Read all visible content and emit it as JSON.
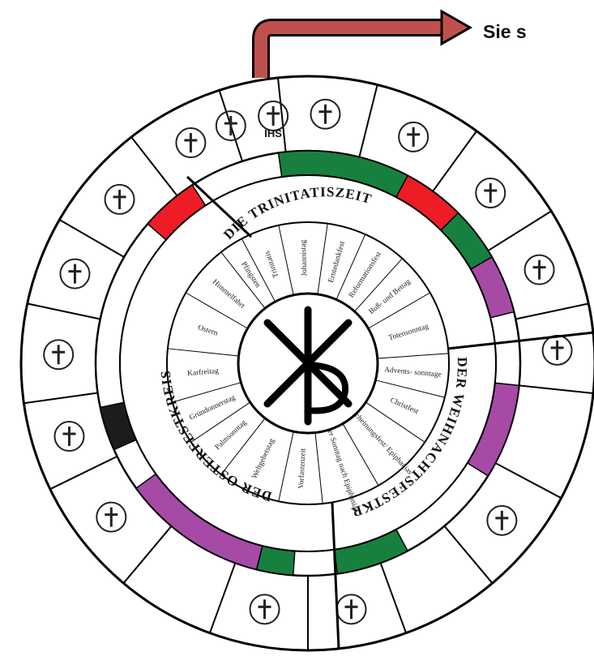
{
  "header": {
    "text": "Sie s"
  },
  "colors": {
    "green": "#17803f",
    "red": "#ee1c25",
    "purple": "#a64aa6",
    "black": "#1c1c1c",
    "arrow": "#c0504d"
  },
  "sections": {
    "trinitatis": "DIE TRINITATISZEIT",
    "weihnacht": "DER WEIHNACHTSFESTKREIS",
    "oster": "DER OSTERFESTKREIS"
  },
  "feasts": [
    "Trinitatis",
    "Johannistag",
    "Erntedankfest",
    "Reformationsfest",
    "Buß- und Bettag",
    "Totensonntag",
    "Advents- sonntage",
    "Christfest",
    "Erscheinungsfest/ Epiphanias",
    "Letzter Sonntag nach Epiphanias",
    "Vorfastenzeit",
    "Weltgebetstag",
    "Palmsonntag",
    "Gründonnerstag",
    "Karfreitag",
    "Ostern",
    "Himmelfahrt",
    "Pfingsten"
  ],
  "symbols": {
    "trinity_monogram": "IHS",
    "center_monogram": "Chi-Rho"
  }
}
